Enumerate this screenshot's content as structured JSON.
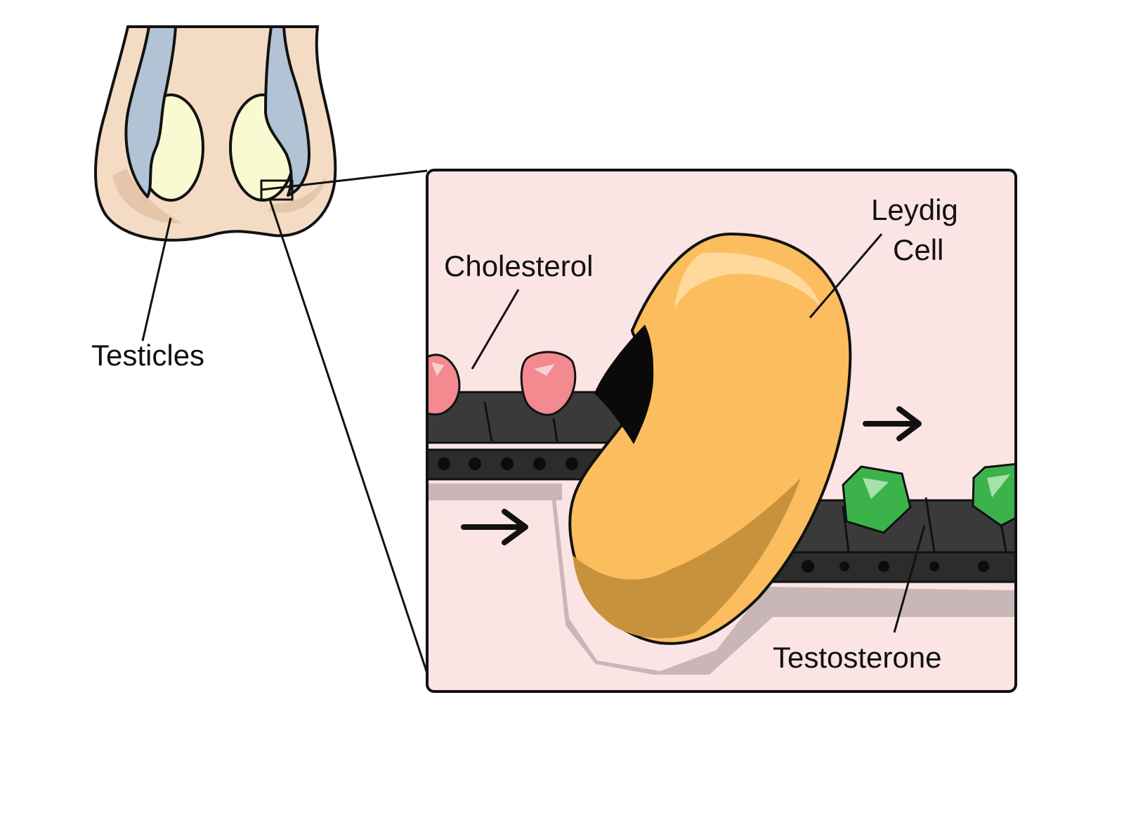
{
  "labels": {
    "testicles": "Testicles",
    "cholesterol": "Cholesterol",
    "leydig_line1": "Leydig",
    "leydig_line2": "Cell",
    "testosterone": "Testosterone"
  },
  "colors": {
    "skin": "#f4dcc4",
    "skin_shade": "#e6c6a8",
    "testis_fill": "#fafad2",
    "vas_deferens": "#b2c3d6",
    "panel_bg": "#fbe4e4",
    "belt": "#3a3a3a",
    "belt_shadow": "#c9b7b7",
    "leydig_cell": "#fbbd5e",
    "leydig_shade": "#c8913b",
    "cholesterol": "#f28a8f",
    "testosterone": "#3cb34a",
    "outline": "#111111"
  },
  "icons": [
    "arrow-right-icon",
    "arrow-right-icon"
  ]
}
